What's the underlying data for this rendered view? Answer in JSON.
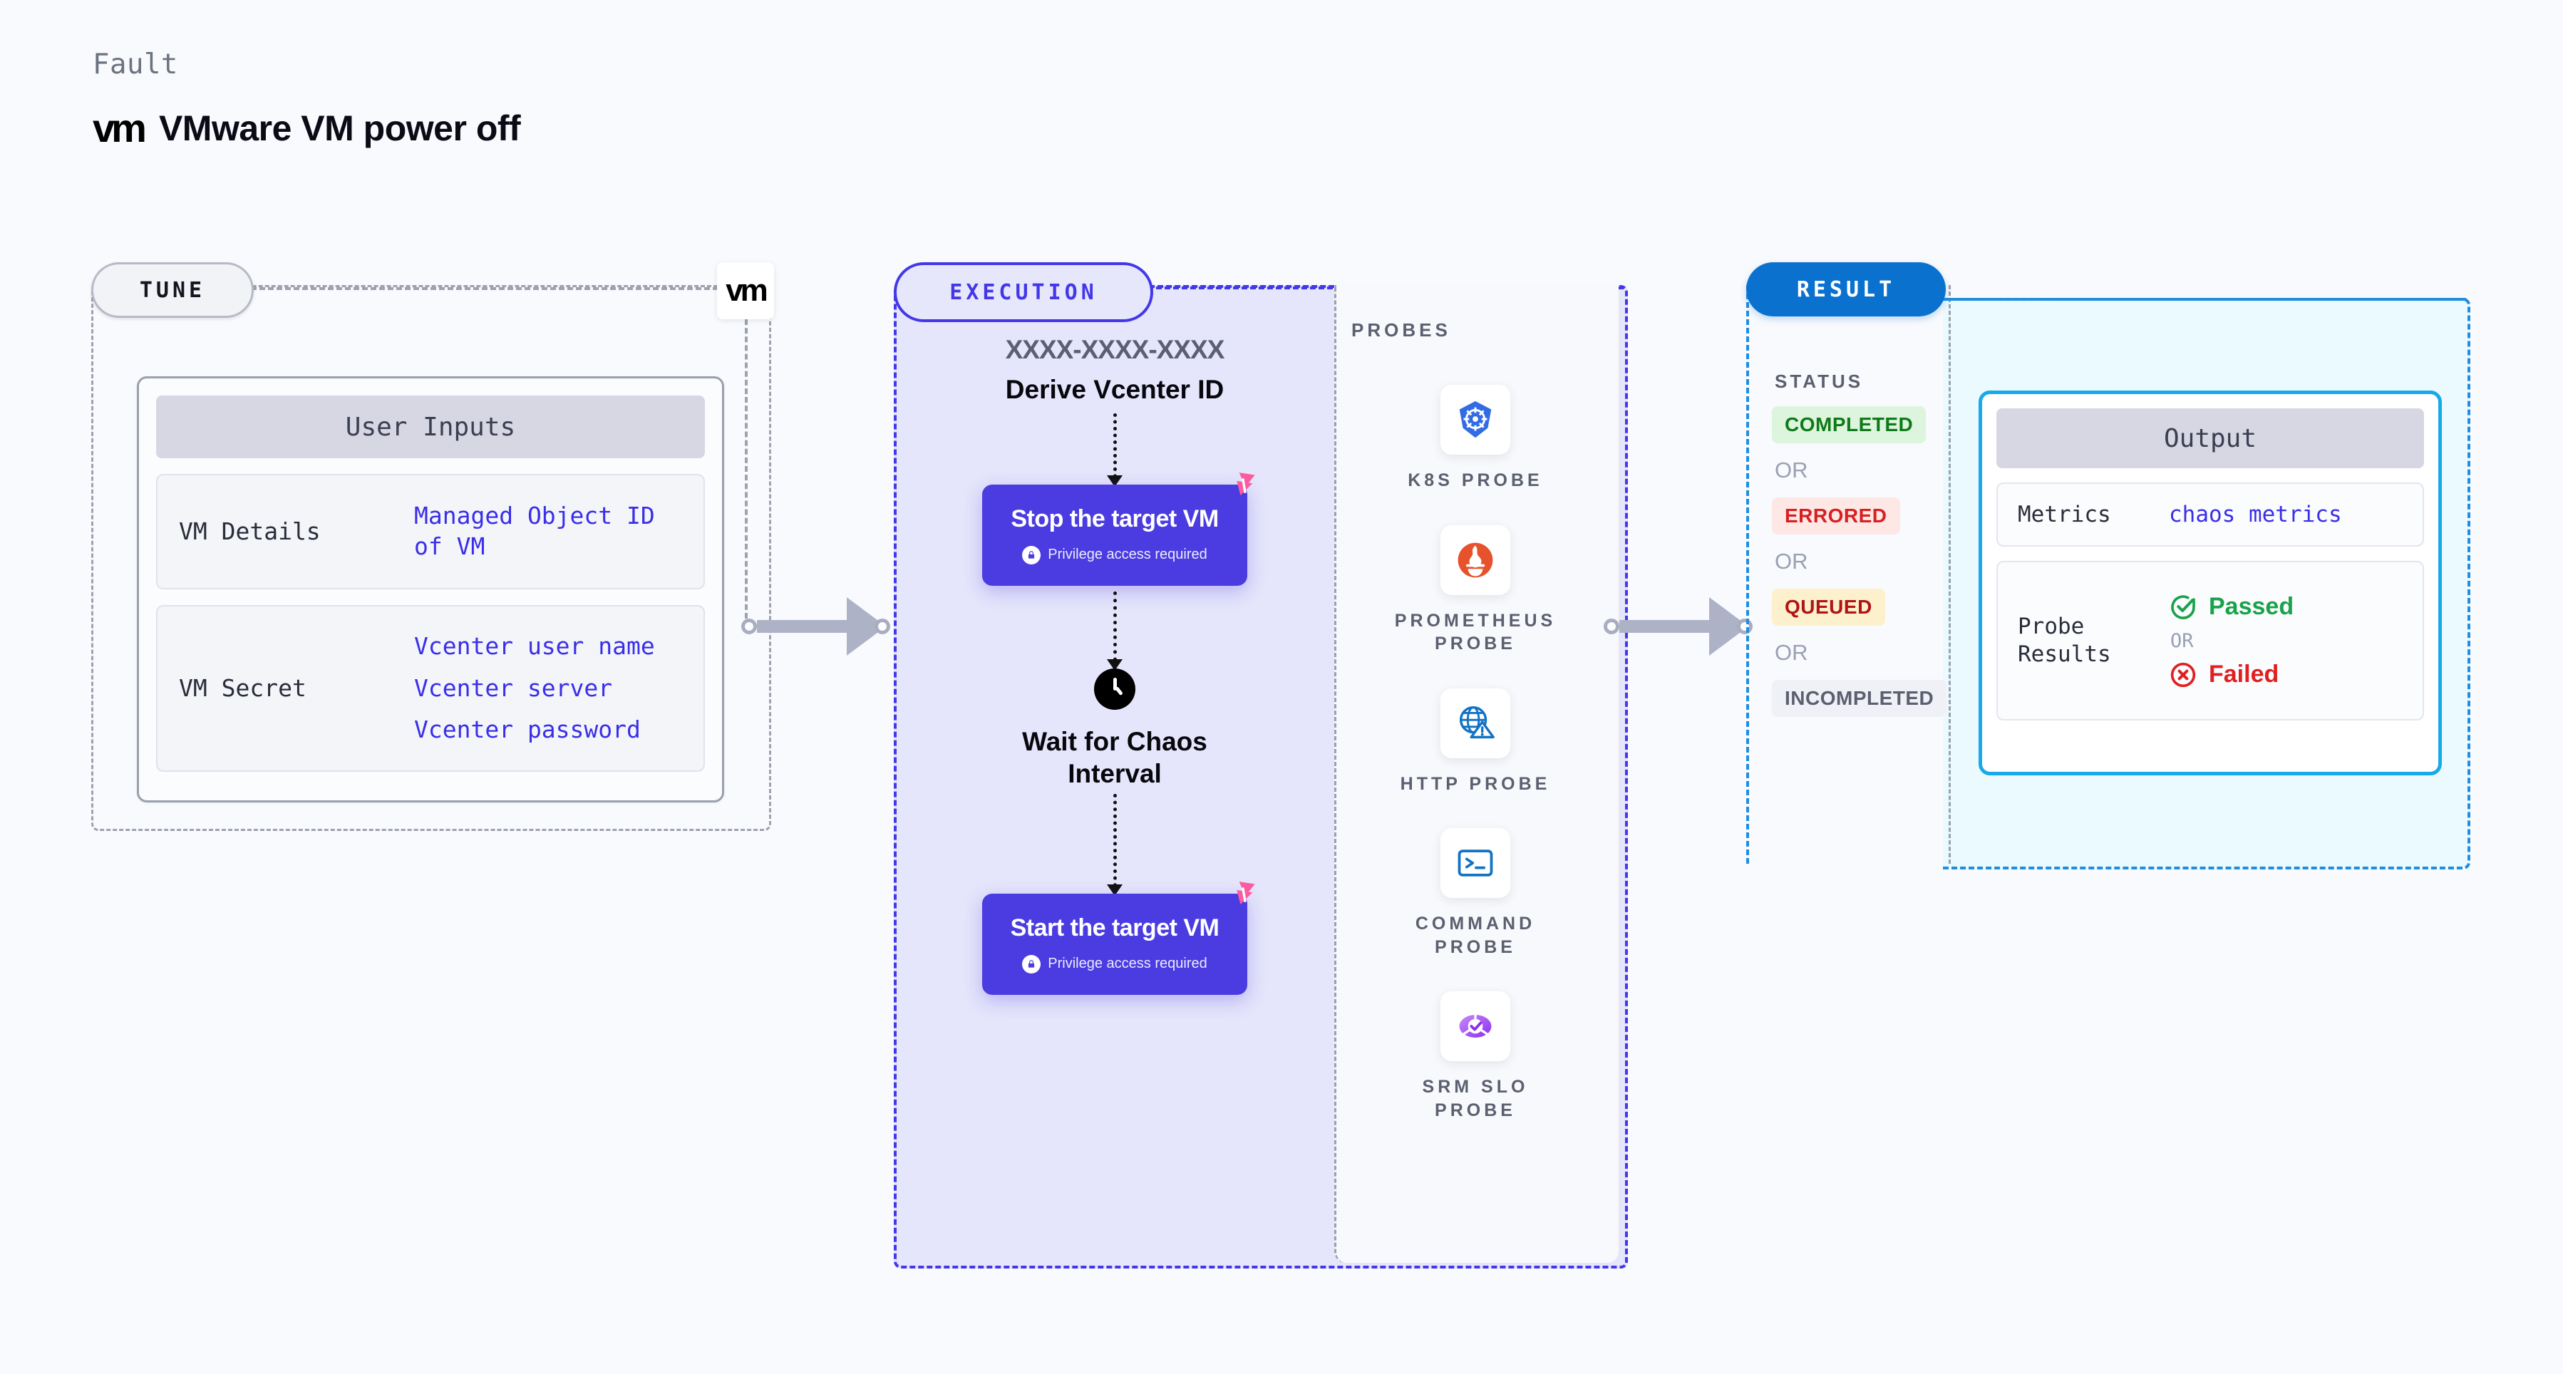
{
  "header": {
    "kicker": "Fault",
    "logo_text": "vm",
    "title": "VMware VM power off"
  },
  "tune": {
    "pill_label": "TUNE",
    "badge_logo": "vm",
    "card_title": "User Inputs",
    "rows": [
      {
        "key": "VM Details",
        "values": [
          "Managed Object ID\nof VM"
        ]
      },
      {
        "key": "VM Secret",
        "values": [
          "Vcenter user name",
          "Vcenter server",
          "Vcenter password"
        ]
      }
    ]
  },
  "execution": {
    "pill_label": "EXECUTION",
    "derive_id": "XXXX-XXXX-XXXX",
    "derive_label": "Derive Vcenter ID",
    "steps": [
      {
        "title": "Stop the target VM",
        "sub": "Privilege access required"
      },
      {
        "title": "Start the target VM",
        "sub": "Privilege access required"
      }
    ],
    "wait_label": "Wait for Chaos\nInterval"
  },
  "probes": {
    "title": "PROBES",
    "items": [
      {
        "label": "K8S  PROBE",
        "icon": "kubernetes-icon"
      },
      {
        "label": "PROMETHEUS\nPROBE",
        "icon": "prometheus-icon"
      },
      {
        "label": "HTTP  PROBE",
        "icon": "http-globe-warning-icon"
      },
      {
        "label": "COMMAND\nPROBE",
        "icon": "terminal-icon"
      },
      {
        "label": "SRM  SLO\nPROBE",
        "icon": "srm-slo-icon"
      }
    ]
  },
  "result": {
    "pill_label": "RESULT",
    "status_title": "STATUS",
    "or_label": "OR",
    "statuses": [
      {
        "label": "COMPLETED",
        "bg": "#ddf5dd",
        "color": "#0f7a19"
      },
      {
        "label": "ERRORED",
        "bg": "#fde8e6",
        "color": "#d72020"
      },
      {
        "label": "QUEUED",
        "bg": "#fdf0cd",
        "color": "#b01414"
      },
      {
        "label": "INCOMPLETED",
        "bg": "#f0f1f6",
        "color": "#5b6070"
      }
    ],
    "output": {
      "title": "Output",
      "metrics_key": "Metrics",
      "metrics_value": "chaos metrics",
      "probe_key": "Probe\nResults",
      "passed_label": "Passed",
      "failed_label": "Failed",
      "or_label": "OR"
    }
  },
  "colors": {
    "page_bg": "#f9fafd",
    "exec_accent": "#4338e8",
    "result_accent": "#0a72ce",
    "output_accent": "#18a9e8",
    "link_blue": "#3a2ee8",
    "litmus_pink": "#fb5ca0"
  }
}
